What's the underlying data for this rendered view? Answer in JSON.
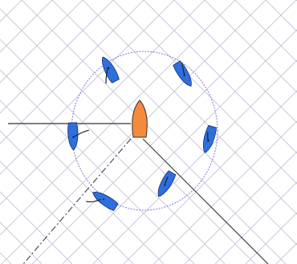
{
  "scene": {
    "grid_color": "#c9c9dd",
    "circle_color": "#7b7bd6",
    "line_color": "#333333",
    "mark": {
      "name": "orange-buoy-mark",
      "color": "#f58a3d"
    },
    "boats_color": "#2e6fe0",
    "boats": [
      {
        "id": "boat-top-left"
      },
      {
        "id": "boat-top-right"
      },
      {
        "id": "boat-left"
      },
      {
        "id": "boat-right"
      },
      {
        "id": "boat-bottom-right"
      },
      {
        "id": "boat-bottom-left"
      }
    ]
  }
}
